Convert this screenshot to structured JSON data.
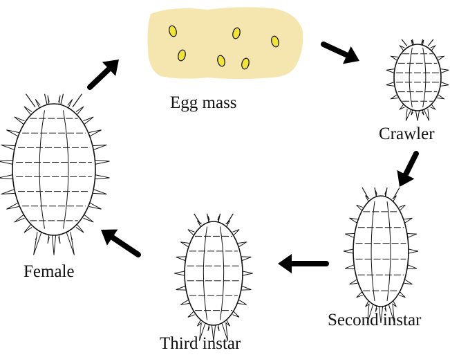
{
  "stages": [
    {
      "id": "egg",
      "label": "Egg mass"
    },
    {
      "id": "crawler",
      "label": "Crawler"
    },
    {
      "id": "second",
      "label": "Second instar"
    },
    {
      "id": "third",
      "label": "Third instar"
    },
    {
      "id": "female",
      "label": "Female"
    }
  ],
  "colors": {
    "egg_mass_fill": "#f5e6b0",
    "egg_fill": "#f2e33a",
    "outline": "#111111",
    "arrow": "#000000"
  }
}
